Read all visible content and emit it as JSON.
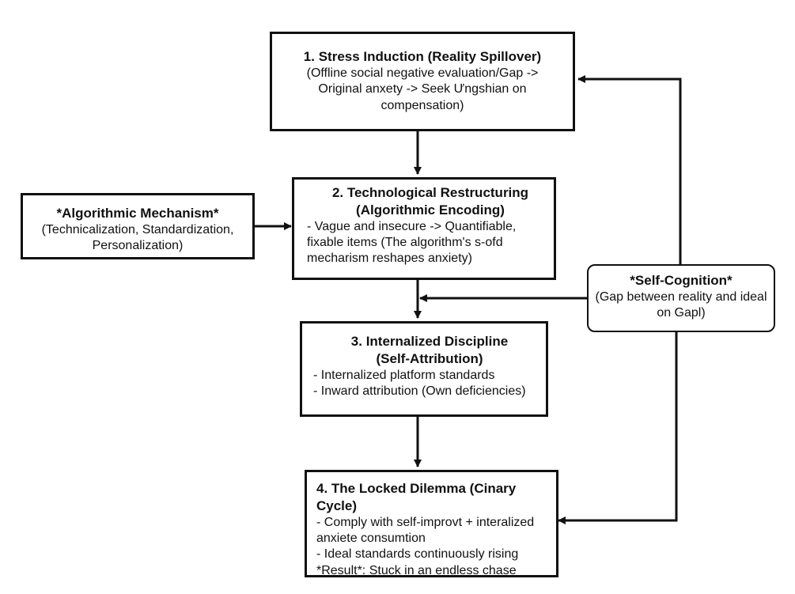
{
  "nodes": {
    "stress": {
      "title": "1. Stress Induction (Reality Spillover)",
      "lines": [
        "(Offline social negative evaluation/Gap ->",
        "Original anxety -> Seek Ưngshian on",
        "compensation)"
      ]
    },
    "technological": {
      "title_lines": [
        "2. Technological Restructuring",
        "(Algorithmic Encoding)"
      ],
      "lines": [
        "- Vague and insecure -> Quantifiable,",
        "fixable items (The algorithm's s-ofd",
        "mecharism reshapes anxiety)"
      ]
    },
    "algorithmic": {
      "title": "*Algorithmic Mechanism*",
      "lines": [
        "(Technicalization, Standardization,",
        "Personalization)"
      ]
    },
    "self_cognition": {
      "title": "*Self-Cognition*",
      "lines": [
        "(Gap between reality and ideal",
        "on Gapl)"
      ]
    },
    "internalized": {
      "title_lines": [
        "3. Internalized Discipline",
        "(Self-Attribution)"
      ],
      "lines": [
        "- Internalized platform standards",
        "- Inward attribution (Own deficiencies)"
      ]
    },
    "locked": {
      "title": "4. The Locked Dilemma (Cinary Cycle)",
      "lines": [
        "- Comply with self-improvt + interalized",
        "anxiete consumtion",
        "- Ideal standards continuously rising",
        "*Result*: Stuck in an endless chase"
      ]
    }
  }
}
